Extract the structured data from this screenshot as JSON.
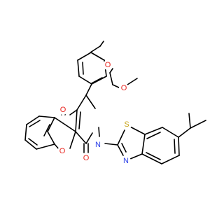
{
  "colors": {
    "bond": "#000000",
    "oxygen": "#e8251f",
    "nitrogen": "#2b3fe8",
    "sulfur": "#c9a51a",
    "background": "#ffffff"
  },
  "atoms": {
    "o_methoxy_top": "O",
    "o_methoxy_right": "O",
    "o_ketone": "O",
    "o_pyran": "O",
    "o_lactam": "O",
    "n_pyrrole": "N",
    "n_thiazole": "N",
    "s_thiazole": "S"
  }
}
